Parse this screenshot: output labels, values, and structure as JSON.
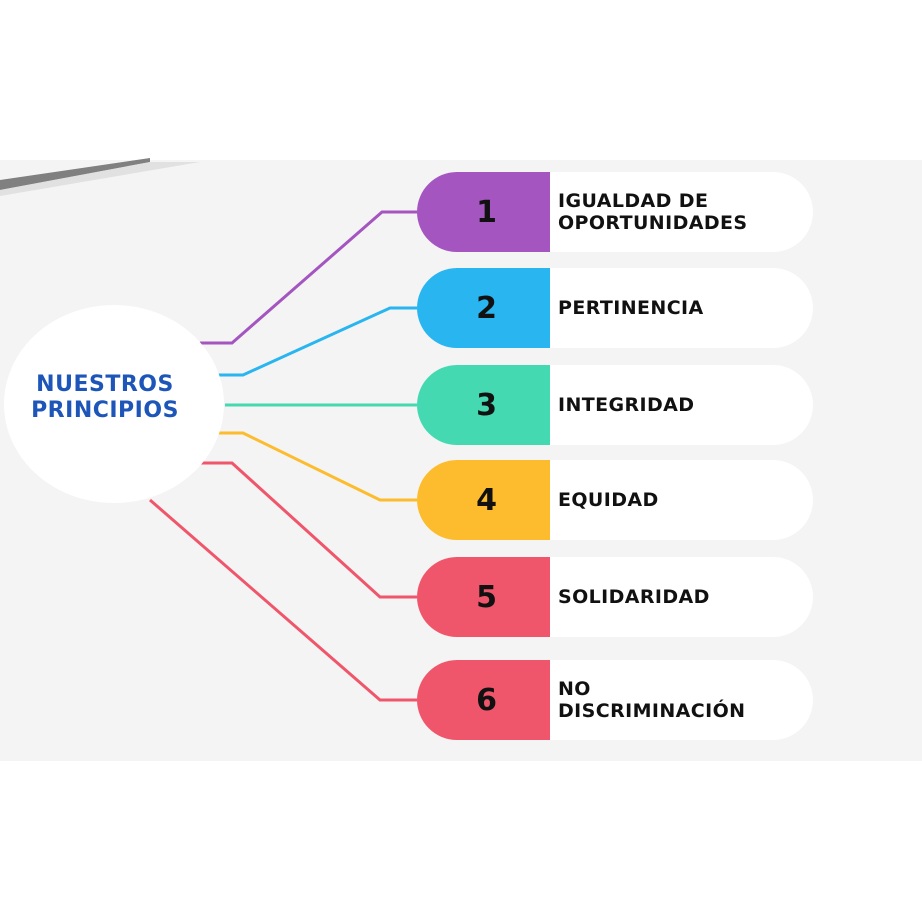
{
  "hub": {
    "title": "NUESTROS\nPRINCIPIOS"
  },
  "principles": [
    {
      "number": "1",
      "label": "IGUALDAD DE\nOPORTUNIDADES",
      "color": "#a455c0"
    },
    {
      "number": "2",
      "label": "PERTINENCIA",
      "color": "#28b5f0"
    },
    {
      "number": "3",
      "label": "INTEGRIDAD",
      "color": "#45d9b2"
    },
    {
      "number": "4",
      "label": "EQUIDAD",
      "color": "#fdbc2d"
    },
    {
      "number": "5",
      "label": "SOLIDARIDAD",
      "color": "#f0566b"
    },
    {
      "number": "6",
      "label": "NO\nDISCRIMINACIÓN",
      "color": "#f0566b"
    }
  ]
}
